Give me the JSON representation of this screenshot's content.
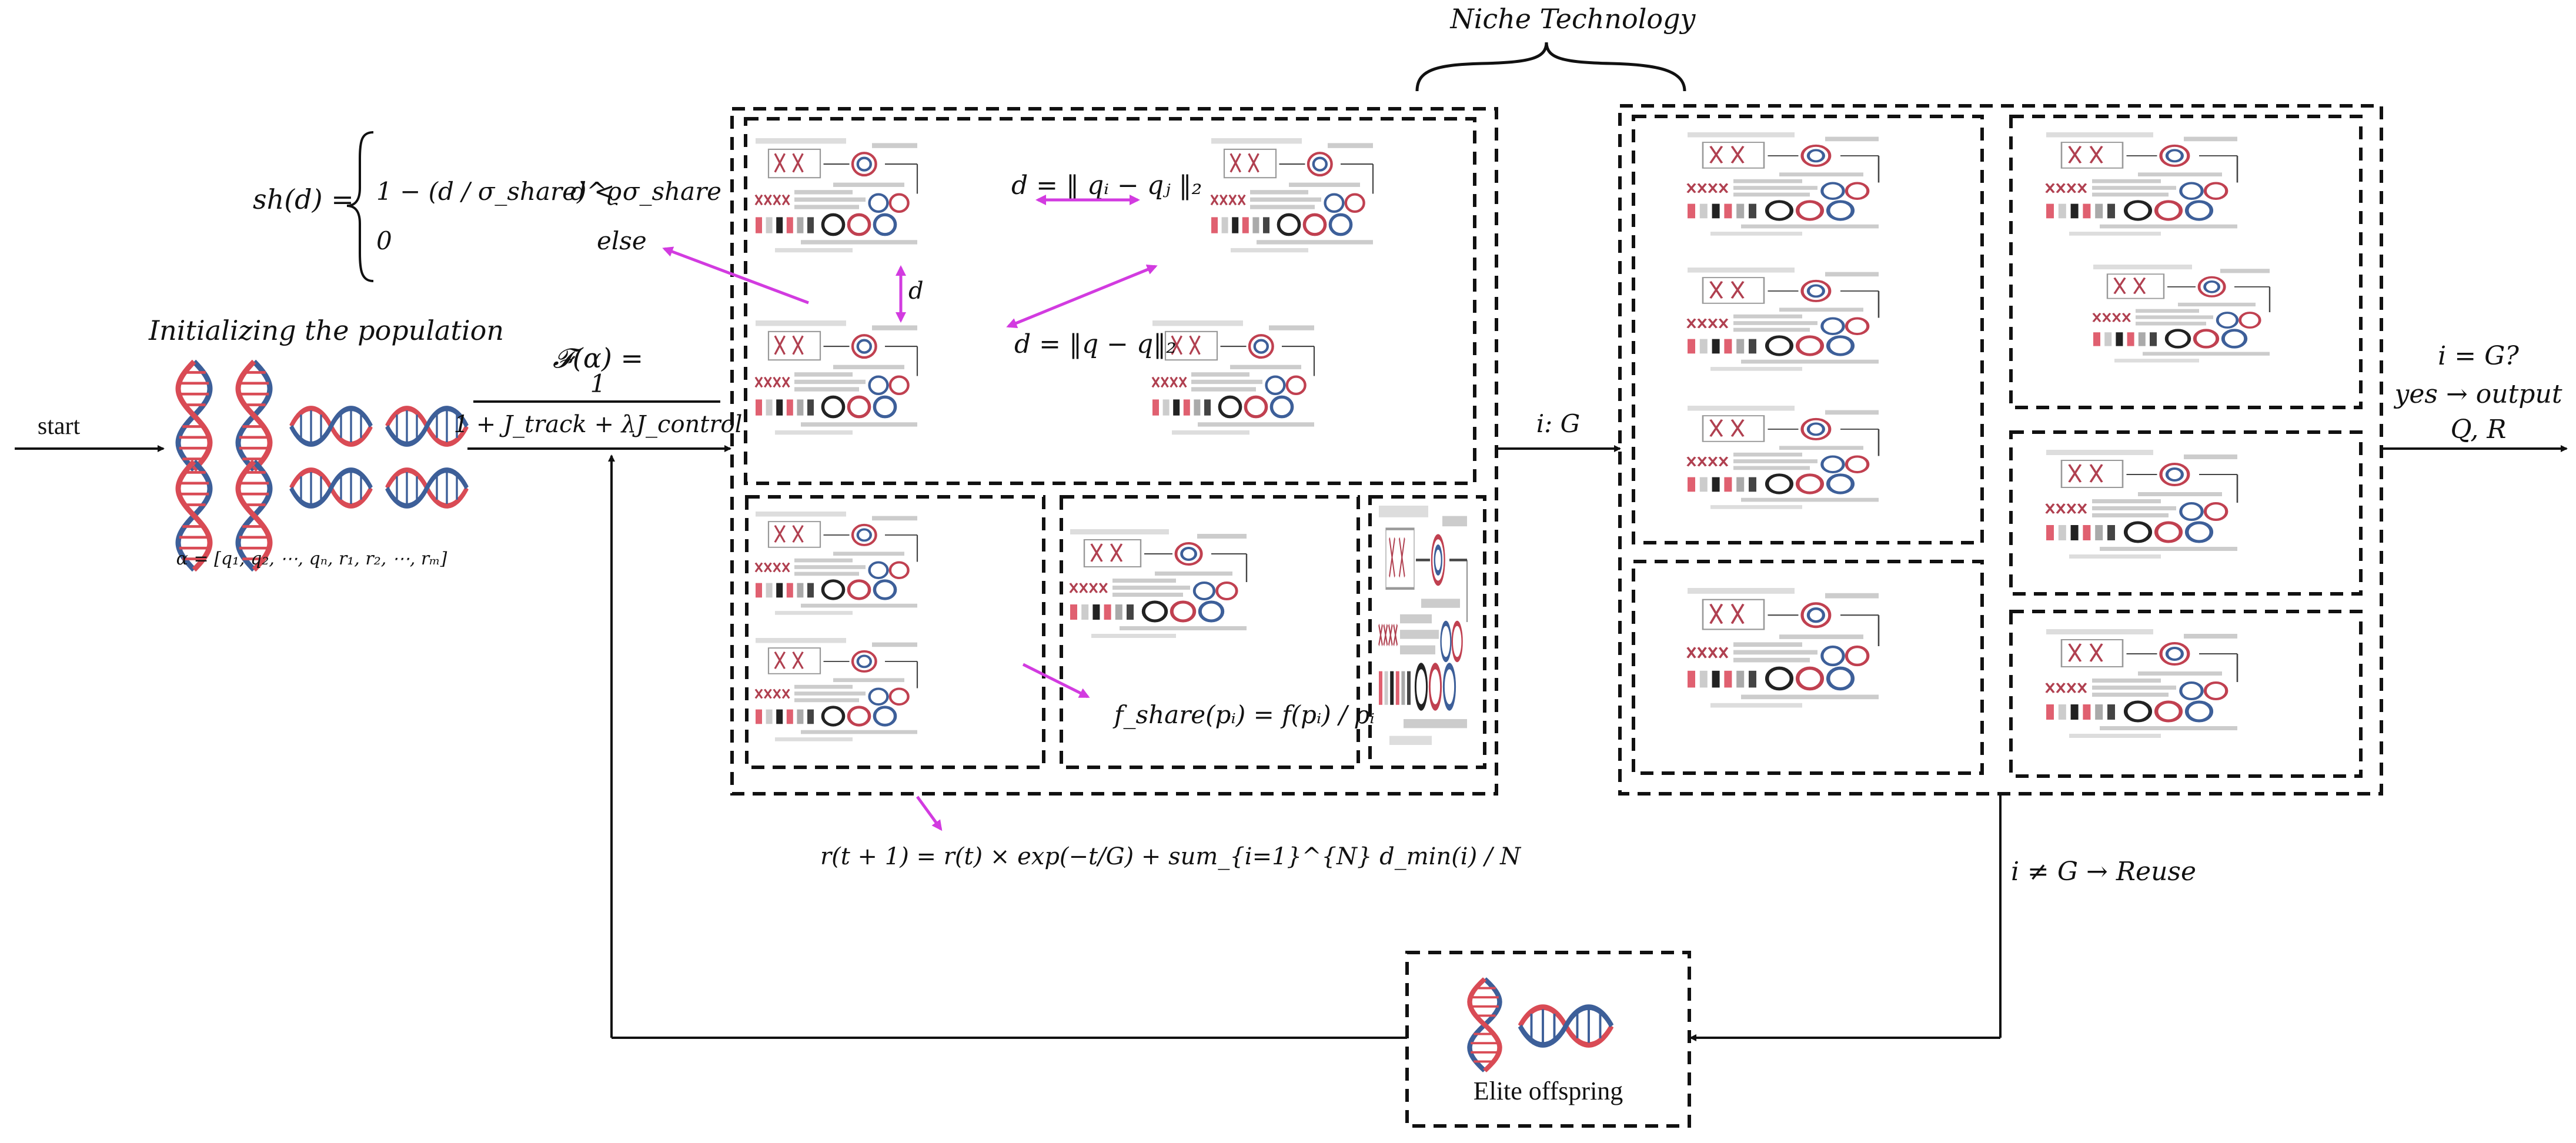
{
  "labels": {
    "niche_technology": "Niche Technology",
    "start": "start",
    "initializing": "Initializing the population",
    "alpha_vector": "α = [q₁, q₂, ⋯, qₙ, r₁, r₂, ⋯, rₘ]",
    "fitness_lhs": "𝓕(α) =",
    "fitness_num": "1",
    "fitness_den": "1 + J_track + λJ_control",
    "sharing_lhs": "sh(d) =",
    "sharing_case1_expr": "1 − (d / σ_share)^ϱ",
    "sharing_case1_cond": "d < σ_share",
    "sharing_case2_expr": "0",
    "sharing_case2_cond": "else",
    "dist_ij": "d = ‖ qᵢ − qⱼ ‖₂",
    "dist_q": "d = ‖q − q‖₂",
    "dist_d": "d",
    "fshare": "f_share(pᵢ) = f(pᵢ) / ρᵢ",
    "radius_update": "r(t + 1) = r(t) × exp(−t/G) + sum_{i=1}^{N} d_min(i) / N",
    "iter_label": "i: G",
    "terminate_q": "i = G?",
    "terminate_yes": "yes → output",
    "terminate_out": "Q, R",
    "reuse": "i ≠ G → Reuse",
    "elite": "Elite offspring"
  },
  "colors": {
    "dna_red": "#d94b55",
    "dna_blue": "#3d5f99",
    "magenta_arrow": "#d23be0",
    "line": "#111111",
    "dash": "#111111"
  },
  "icons": [
    "dna-icon",
    "arrow-icon",
    "brace-icon"
  ]
}
